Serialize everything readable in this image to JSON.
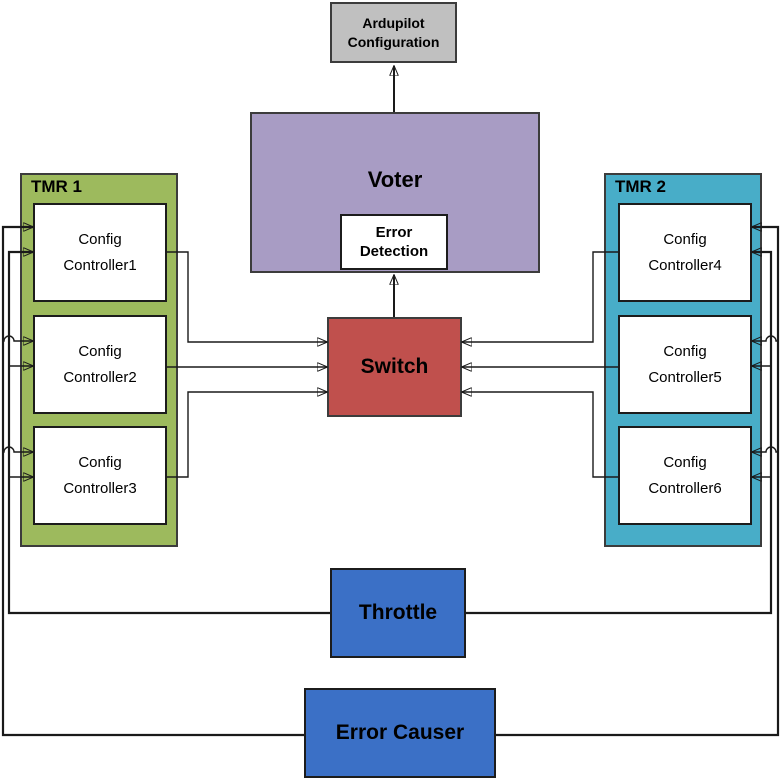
{
  "nodes": {
    "ardupilot": {
      "label": "Ardupilot\nConfiguration",
      "fill": "#c0c0c0"
    },
    "voter": {
      "label": "Voter",
      "fill": "#a89cc4"
    },
    "error_detection": {
      "label": "Error\nDetection",
      "fill": "#ffffff"
    },
    "switch": {
      "label": "Switch",
      "fill": "#c0504d"
    },
    "tmr1": {
      "label": "TMR 1",
      "fill": "#9dba5d",
      "controllers": [
        {
          "label": "Config\nController1"
        },
        {
          "label": "Config\nController2"
        },
        {
          "label": "Config\nController3"
        }
      ]
    },
    "tmr2": {
      "label": "TMR 2",
      "fill": "#48adc8",
      "controllers": [
        {
          "label": "Config\nController4"
        },
        {
          "label": "Config\nController5"
        },
        {
          "label": "Config\nController6"
        }
      ]
    },
    "throttle": {
      "label": "Throttle",
      "fill": "#3b70c6"
    },
    "error_causer": {
      "label": "Error Causer",
      "fill": "#3b70c6"
    }
  },
  "connector_color": "#1a1a1a"
}
